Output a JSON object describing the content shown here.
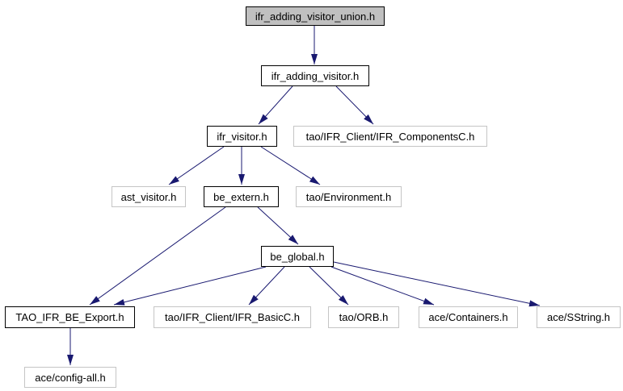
{
  "diagram": {
    "kind": "include-dependency-graph",
    "background_color": "#ffffff",
    "edge_color": "#191970",
    "styles": {
      "root": {
        "fill": "#c0c0c0",
        "border": "#000000",
        "link": false
      },
      "internal": {
        "fill": "#ffffff",
        "border": "#000000",
        "link": true
      },
      "external": {
        "fill": "#ffffff",
        "border": "#c5c5c5",
        "link": false
      }
    },
    "nodes": [
      {
        "id": "union",
        "label": "ifr_adding_visitor_union.h",
        "kind": "root"
      },
      {
        "id": "adding_visitor",
        "label": "ifr_adding_visitor.h",
        "kind": "internal"
      },
      {
        "id": "ifr_visitor",
        "label": "ifr_visitor.h",
        "kind": "internal"
      },
      {
        "id": "components",
        "label": "tao/IFR_Client/IFR_ComponentsC.h",
        "kind": "external"
      },
      {
        "id": "ast_visitor",
        "label": "ast_visitor.h",
        "kind": "external"
      },
      {
        "id": "be_extern",
        "label": "be_extern.h",
        "kind": "internal"
      },
      {
        "id": "environment",
        "label": "tao/Environment.h",
        "kind": "external"
      },
      {
        "id": "be_global",
        "label": "be_global.h",
        "kind": "internal"
      },
      {
        "id": "export",
        "label": "TAO_IFR_BE_Export.h",
        "kind": "internal"
      },
      {
        "id": "basicc",
        "label": "tao/IFR_Client/IFR_BasicC.h",
        "kind": "external"
      },
      {
        "id": "orb",
        "label": "tao/ORB.h",
        "kind": "external"
      },
      {
        "id": "containers",
        "label": "ace/Containers.h",
        "kind": "external"
      },
      {
        "id": "sstring",
        "label": "ace/SString.h",
        "kind": "external"
      },
      {
        "id": "config_all",
        "label": "ace/config-all.h",
        "kind": "external"
      }
    ],
    "edges": [
      {
        "from": "union",
        "to": "adding_visitor"
      },
      {
        "from": "adding_visitor",
        "to": "ifr_visitor"
      },
      {
        "from": "adding_visitor",
        "to": "components"
      },
      {
        "from": "ifr_visitor",
        "to": "ast_visitor"
      },
      {
        "from": "ifr_visitor",
        "to": "be_extern"
      },
      {
        "from": "ifr_visitor",
        "to": "environment"
      },
      {
        "from": "be_extern",
        "to": "export"
      },
      {
        "from": "be_extern",
        "to": "be_global"
      },
      {
        "from": "be_global",
        "to": "export"
      },
      {
        "from": "be_global",
        "to": "basicc"
      },
      {
        "from": "be_global",
        "to": "orb"
      },
      {
        "from": "be_global",
        "to": "containers"
      },
      {
        "from": "be_global",
        "to": "sstring"
      },
      {
        "from": "export",
        "to": "config_all"
      }
    ]
  }
}
